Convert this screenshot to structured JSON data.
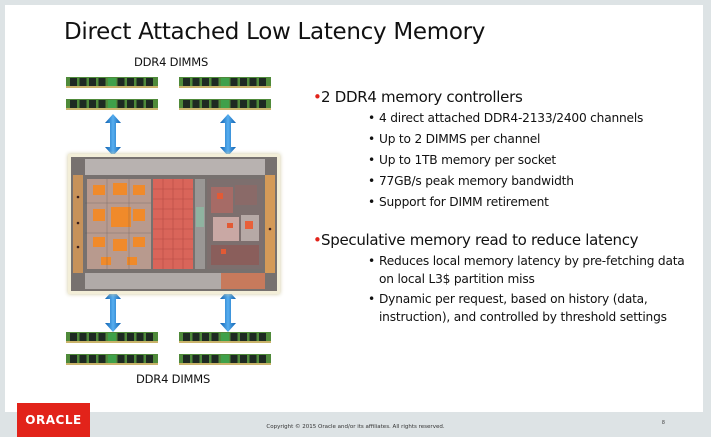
{
  "slide": {
    "title": "Direct Attached Low Latency Memory",
    "diagram": {
      "top_label": "DDR4 DIMMS",
      "bottom_label": "DDR4 DIMMS",
      "image_alt": "Processor die photo"
    },
    "sections": [
      {
        "heading": "2 DDR4 memory controllers",
        "items": [
          "4 direct attached DDR4-2133/2400 channels",
          "Up to 2 DIMMS per channel",
          "Up to 1TB memory per socket",
          "77GB/s peak memory bandwidth",
          "Support for DIMM retirement"
        ]
      },
      {
        "heading": "Speculative memory read to reduce latency",
        "items": [
          "Reduces local memory latency by pre-fetching data on local L3$ partition miss",
          "Dynamic per request, based on history (data, instruction), and controlled by threshold settings"
        ]
      }
    ]
  },
  "footer": {
    "logo": "ORACLE",
    "copyright": "Copyright © 2015 Oracle and/or its affiliates. All rights reserved.",
    "page_number": "8"
  },
  "colors": {
    "accent_red": "#e2231a",
    "background": "#dde3e5",
    "arrow_blue": "#1f7fd6",
    "dimm_green": "#4f8a3a"
  }
}
